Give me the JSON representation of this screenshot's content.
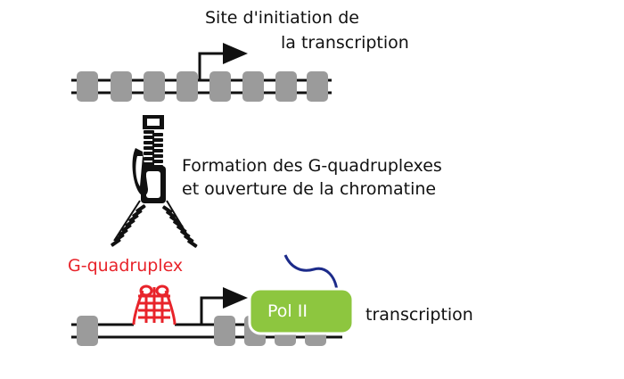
{
  "labels": {
    "tss_line1": "Site d'initiation de",
    "tss_line2": "la transcription",
    "formation_line1": "Formation des G-quadruplexes",
    "formation_line2": "et ouverture de la chromatine",
    "g_quadruplex": "G-quadruplex",
    "pol2": "Pol II",
    "transcription": "transcription"
  },
  "icons": {
    "zipper": "zipper-icon",
    "arrow": "transcription-arrow-icon",
    "nucleosome": "nucleosome-icon",
    "g_quadruplex": "g-quadruplex-icon",
    "rna": "rna-strand-icon"
  },
  "colors": {
    "dna": "#111111",
    "nucleosome": "#9b9b9b",
    "g_quadruplex": "#e8232a",
    "pol2_fill": "#8dc63f",
    "pol2_text": "#ffffff",
    "rna": "#1c2b8a",
    "text": "#111111"
  }
}
